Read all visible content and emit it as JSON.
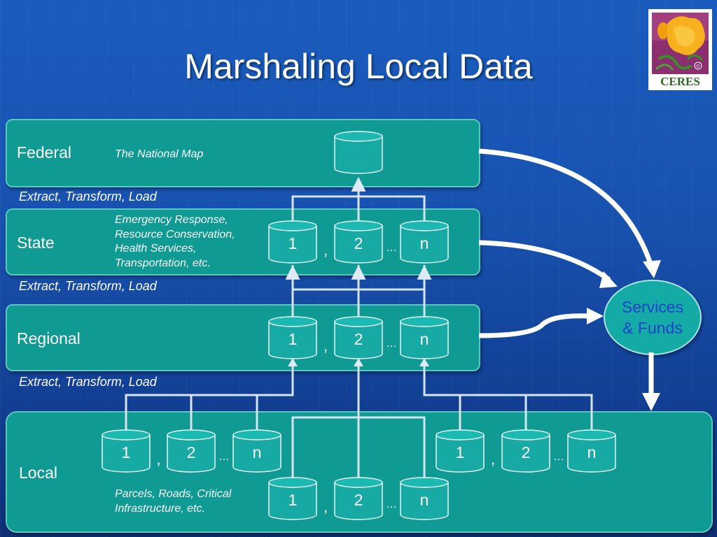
{
  "slide": {
    "title": "Marshaling Local Data",
    "logo_text": "CERES",
    "logo_mark": "©"
  },
  "levels": {
    "federal": {
      "label": "Federal",
      "note": "The National Map"
    },
    "state": {
      "label": "State",
      "note_lines": [
        "Emergency Response,",
        "Resource Conservation,",
        "Health Services,",
        "Transportation, etc."
      ]
    },
    "regional": {
      "label": "Regional"
    },
    "local": {
      "label": "Local",
      "note_lines": [
        "Parcels, Roads, Critical",
        "Infrastructure, etc."
      ]
    }
  },
  "etl_labels": [
    "Extract, Transform, Load",
    "Extract, Transform, Load",
    "Extract, Transform, Load"
  ],
  "databases": {
    "first": "1",
    "second": "2",
    "last": "n",
    "comma": ",",
    "ellipsis": "…"
  },
  "services": {
    "line1": "Services",
    "line2": "& Funds"
  },
  "colors": {
    "background": "#1852b0",
    "band_fill": "#0f9a93",
    "db_fill": "#17aaa5",
    "connector": "#cfe0ef",
    "services_text": "#1b45c9"
  }
}
